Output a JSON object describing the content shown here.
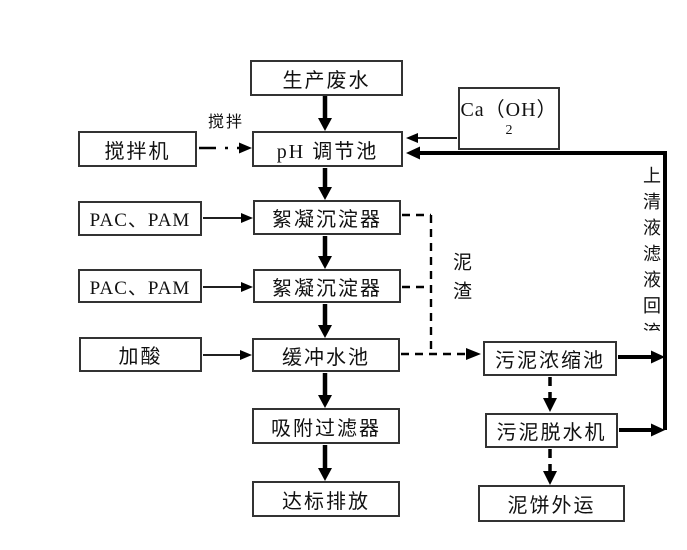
{
  "diagram": {
    "type": "process-flowchart",
    "subject": "wastewater treatment process"
  },
  "nodes": {
    "production_wastewater": "生产废水",
    "calcium_hydroxide": "Ca（OH）",
    "calcium_hydroxide_subscript": "2",
    "mixer": "搅拌机",
    "ph_adjust_pool": "pH 调节池",
    "pac_pam_1": "PAC、PAM",
    "flocculation_settler_1": "絮凝沉淀器",
    "pac_pam_2": "PAC、PAM",
    "flocculation_settler_2": "絮凝沉淀器",
    "add_acid": "加酸",
    "buffer_pool": "缓冲水池",
    "adsorption_filter": "吸附过滤器",
    "standard_discharge": "达标排放",
    "sludge_thickener": "污泥浓缩池",
    "sludge_dewaterer": "污泥脱水机",
    "mud_cake_transport": "泥饼外运"
  },
  "edge_labels": {
    "stirring": "搅拌",
    "sludge_residue": "泥渣",
    "supernatant_return": "上清液滤液回流"
  },
  "colors": {
    "background": "#ffffff",
    "box_border": "#333333",
    "arrow_line": "#000000",
    "text": "#111111"
  }
}
